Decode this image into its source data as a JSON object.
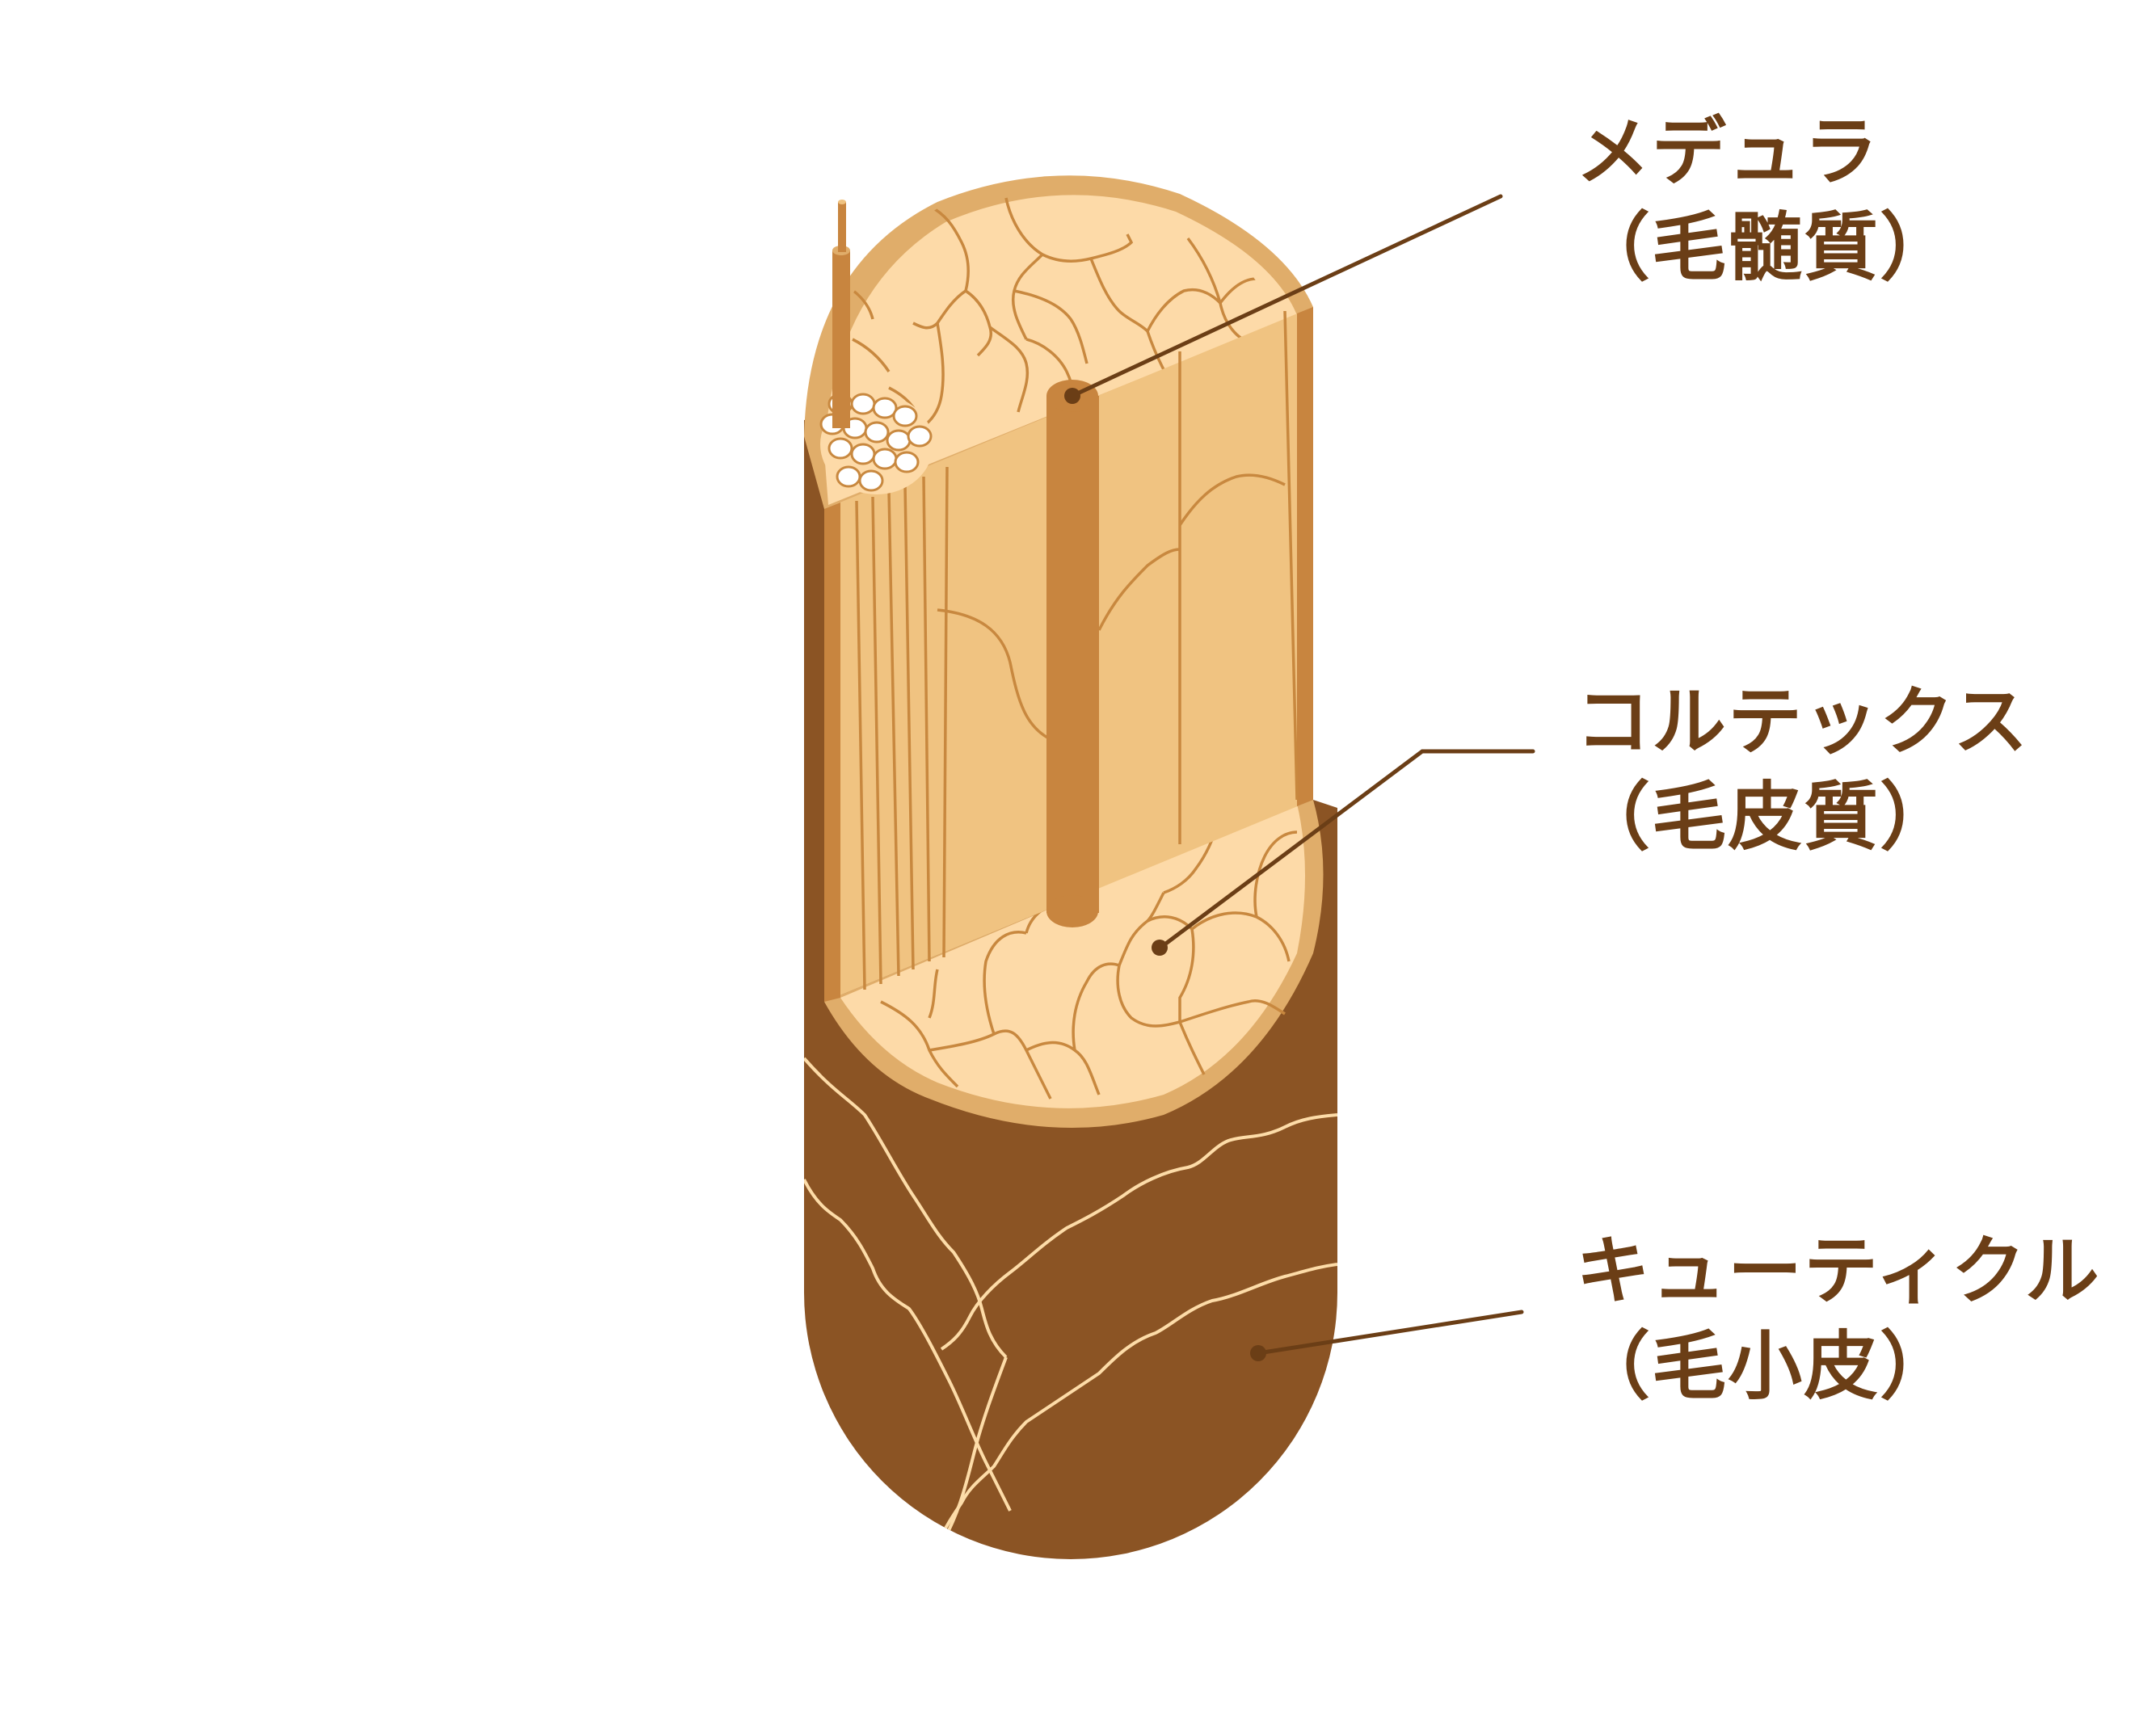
{
  "diagram": {
    "subject": "hair shaft cross-section",
    "colors": {
      "cuticle": "#8B5424",
      "cuticle_lines": "#FDDCA8",
      "rim": "#E0AD6A",
      "cortex_face": "#F0C381",
      "cortex_cells": "#FDDAA8",
      "cell_outline": "#C8883F",
      "medulla": "#C8853F",
      "side_shadow": "#8B5424",
      "leader": "#6B3E16",
      "text": "#6B3E16"
    }
  },
  "labels": {
    "medulla": {
      "main": "メデュラ",
      "sub": "（毛髄質）"
    },
    "cortex": {
      "main": "コルテックス",
      "sub": "（毛皮質）"
    },
    "cuticle": {
      "main": "キューティクル",
      "sub": "（毛小皮）"
    }
  }
}
